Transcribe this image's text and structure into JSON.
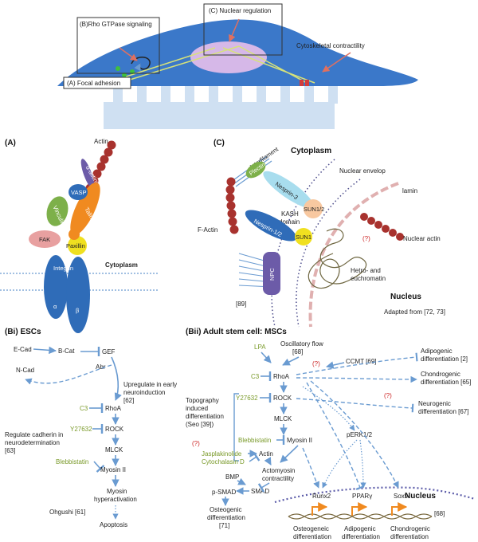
{
  "top": {
    "rho_box": "(B)Rho GTPase signaling",
    "nuclear_box": "(C) Nuclear regulation",
    "contractility": "Cytoskeletal contractility",
    "focal_box": "(A) Focal adhesion"
  },
  "panel_a": {
    "label": "(A)",
    "actin": "Actin",
    "actinin": "α-actinin",
    "vasp": "VASP",
    "vinculin": "Vinculin",
    "talin": "Talin",
    "fak": "FAK",
    "paxillin": "Paxillin",
    "integrin": "Integrin",
    "alpha": "α",
    "beta": "β",
    "cytoplasm": "Cytoplasm"
  },
  "panel_c": {
    "label": "(C)",
    "cytoplasm": "Cytoplasm",
    "interfilament": "Interfilament",
    "plectin": "Plectin",
    "nesprin3": "Nesprin-3",
    "nuclear_envelop": "Nuclear envelop",
    "lamin": "lamin",
    "kash1": "KASH",
    "kash2": "domain",
    "factin": "F-Actin",
    "nesprin12": "Nesprin-1/2",
    "sun12": "SUN1/2",
    "sun1": "SUN1",
    "question": "(?)",
    "nuclear_actin": "Nuclear actin",
    "hetero1": "Hetro- and",
    "hetero2": "euchromatin",
    "npc": "NPC",
    "ref89": "[89]",
    "nucleus": "Nucleus",
    "adapted": "Adapted from [72, 73]"
  },
  "panel_bi": {
    "title": "(Bi) ESCs",
    "ecad": "E-Cad",
    "bcat": "B-Cat",
    "gef": "GEF",
    "abr": "Abr",
    "ncad": "N-Cad",
    "up1": "Upregulate in early",
    "up2": "neuroinduction",
    "up3": "[62]",
    "c3": "C3",
    "rhoa": "RhoA",
    "y27632": "Y27632",
    "rock": "ROCK",
    "reg1": "Regulate cadherin in",
    "reg2": "neurodetermination",
    "reg3": "[63]",
    "mlck": "MLCK",
    "blebbistatin": "Blebbistatin",
    "myosin": "Myosin II",
    "hyper1": "Myosin",
    "hyper2": "hyperactivation",
    "ohgushi": "Ohgushi [61]",
    "apoptosis": "Apoptosis"
  },
  "panel_bii": {
    "title": "(Bii) Adult stem cell: MSCs",
    "lpa": "LPA",
    "osc1": "Oscillatory flow",
    "osc2": "[68]",
    "q1": "(?)",
    "ccmt": "CCMT [69]",
    "adipo1": "Adipogenic",
    "adipo2": "differentiation [2]",
    "chondro1": "Chondrogenic",
    "chondro2": "differentiation [65]",
    "c3": "C3",
    "rhoa": "RhoA",
    "y27632": "Y27632",
    "rock": "ROCK",
    "q2": "(?)",
    "neuro1": "Neurogenic",
    "neuro2": "differentiation [67]",
    "topo1": "Topography",
    "topo2": "induced",
    "topo3": "differentiation",
    "topo4": "(Seo [39])",
    "mlck": "MLCK",
    "q3": "(?)",
    "perk": "pERK1/2",
    "blebbistatin": "Blebbistatin",
    "myosin": "Myosin II",
    "jasp": "Jasplakinolide",
    "cyto": "Cytochalasin D",
    "actin": "Actin",
    "actomyosin1": "Actomyosin",
    "actomyosin2": "contractility",
    "bmp": "BMP",
    "psmad": "p-SMAD",
    "smad": "SMAD",
    "osteo1": "Osteogenic",
    "osteo2": "differentiation",
    "osteo3": "[71]",
    "runx2": "Runx2",
    "pparg": "PPARγ",
    "sox9": "Sox9",
    "nucleus": "Nucleus",
    "ref68": "[68]",
    "g_osteo1": "Osteogeneic",
    "g_osteo2": "differentiation",
    "g_adipo1": "Adipogenic",
    "g_adipo2": "differentiation",
    "g_chondro1": "Chondrogenic",
    "g_chondro2": "differentiation"
  }
}
